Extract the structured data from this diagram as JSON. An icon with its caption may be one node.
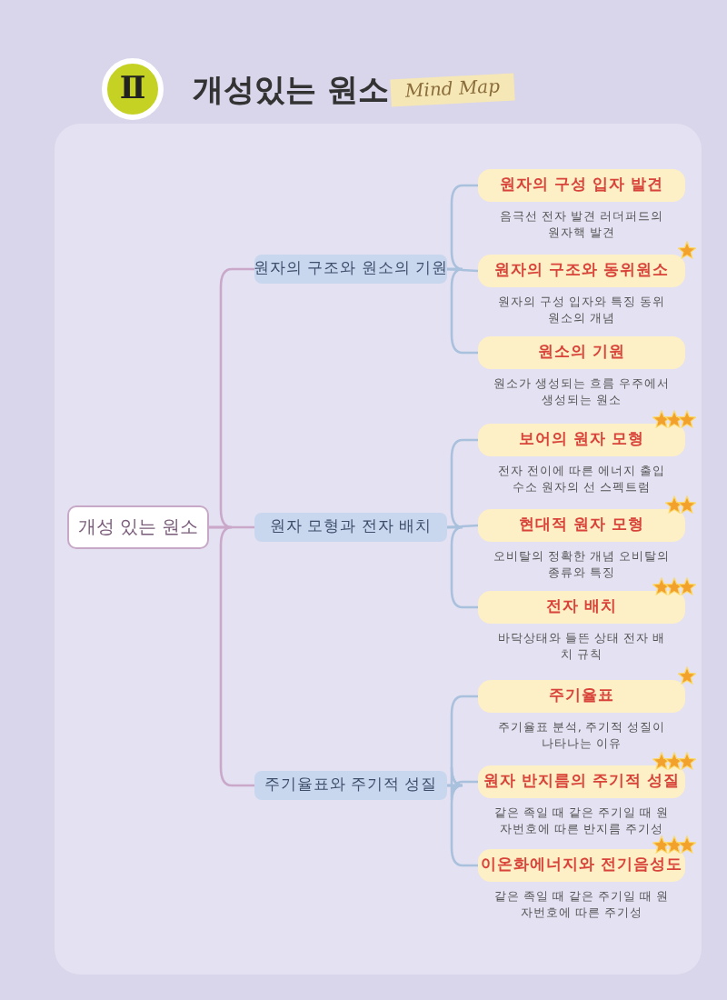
{
  "diagram": {
    "title": "개성있는 원소",
    "nodes": [
      {
        "text": [
          "개성 있는 원소"
        ]
      },
      {
        "text": [
          "원자의 구조와 원소의 기원"
        ]
      },
      {
        "text": [
          "원자 모형과 전자 배치"
        ]
      },
      {
        "text": [
          "주기율표와 주기적 성질"
        ]
      },
      {
        "text": [
          "원자의 구성 입자 발견"
        ],
        "beside": [
          "음극선 전자 발견 러더퍼드의 원자핵 발견"
        ]
      },
      {
        "text": [
          "원자의 구조와 동위원소"
        ],
        "beside": [
          "원자의 구성 입자와 특징 동위 원소의 개념"
        ]
      },
      {
        "text": [
          "원소의 기원"
        ],
        "beside": [
          "원소가 생성되는 흐름 우주에서 생성되는 원소"
        ]
      },
      {
        "text": [
          "보어의 원자 모형"
        ],
        "beside": [
          "전자 전이에 따른 에너지 출입 수소 원자의 선 스펙트럼"
        ]
      },
      {
        "text": [
          "현대적 원자 모형"
        ],
        "beside": [
          "오비탈의 정확한 개념 오비탈의 종류와 특징"
        ]
      },
      {
        "text": [
          "전자 배치"
        ],
        "beside": [
          "바닥상태와 들뜬 상태 전자 배치 규칙"
        ]
      },
      {
        "text": [
          "주기율표"
        ],
        "beside": [
          "주기율표 분석, 주기적 성질이 나타나는 이유"
        ]
      },
      {
        "text": [
          "원자 반지름의 주기적 성질"
        ],
        "beside": [
          "같은 족일 때 같은 주기일 때 원자번호에 따른 반지름 주기성"
        ]
      },
      {
        "text": [
          "이온화에너지와 전기음성도"
        ],
        "beside": [
          "같은 족일 때 같은 주기일 때 원자번호에 따른 주기성"
        ]
      }
    ],
    "edges": [
      {
        "from": 0,
        "to": 1,
        "arrow": "none"
      },
      {
        "from": 0,
        "to": 2,
        "arrow": "none"
      },
      {
        "from": 0,
        "to": 3,
        "arrow": "none"
      },
      {
        "from": 1,
        "to": 4,
        "arrow": "none",
        "color": "#a9c1dc"
      },
      {
        "from": 1,
        "to": 5,
        "arrow": "none",
        "color": "#a9c1dc"
      },
      {
        "from": 1,
        "to": 6,
        "arrow": "none",
        "color": "#a9c1dc"
      },
      {
        "from": 2,
        "to": 7,
        "arrow": "none",
        "color": "#a9c1dc"
      },
      {
        "from": 2,
        "to": 8,
        "arrow": "none",
        "color": "#a9c1dc"
      },
      {
        "from": 2,
        "to": 9,
        "arrow": "none",
        "color": "#a9c1dc"
      },
      {
        "from": 3,
        "to": 10,
        "arrow": "none",
        "color": "#a9c1dc"
      },
      {
        "from": 3,
        "to": 11,
        "arrow": "none",
        "color": "#a9c1dc"
      },
      {
        "from": 3,
        "to": 12,
        "arrow": "none",
        "color": "#a9c1dc"
      }
    ],
    "labels": [
      "Ⅱ",
      "Mind Map"
    ]
  }
}
